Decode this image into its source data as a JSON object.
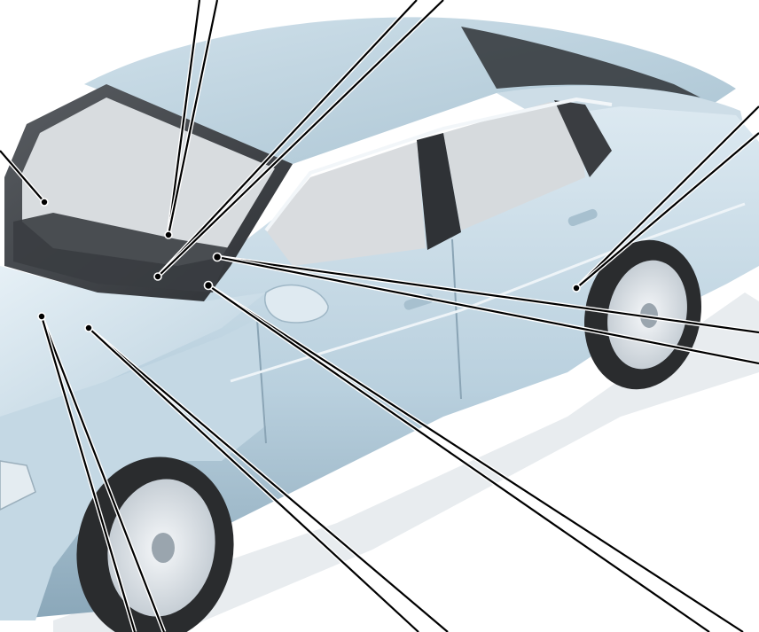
{
  "image": {
    "subject": "sedan-cutaway-illustration"
  },
  "colors": {
    "body_light": "#dbe9f1",
    "body_mid": "#b7cfdd",
    "body_dark": "#7e9db0",
    "glass": "#3c3f44",
    "interior": "#d9dcde",
    "tire": "#2a2c2e",
    "rim": "#e9eef2",
    "leader_line": "#000000"
  },
  "callouts": [
    {
      "id": "callout-1"
    },
    {
      "id": "callout-2"
    },
    {
      "id": "callout-3"
    },
    {
      "id": "callout-4"
    },
    {
      "id": "callout-5"
    },
    {
      "id": "callout-6"
    },
    {
      "id": "callout-7"
    },
    {
      "id": "callout-8"
    },
    {
      "id": "callout-9"
    },
    {
      "id": "callout-10"
    }
  ]
}
